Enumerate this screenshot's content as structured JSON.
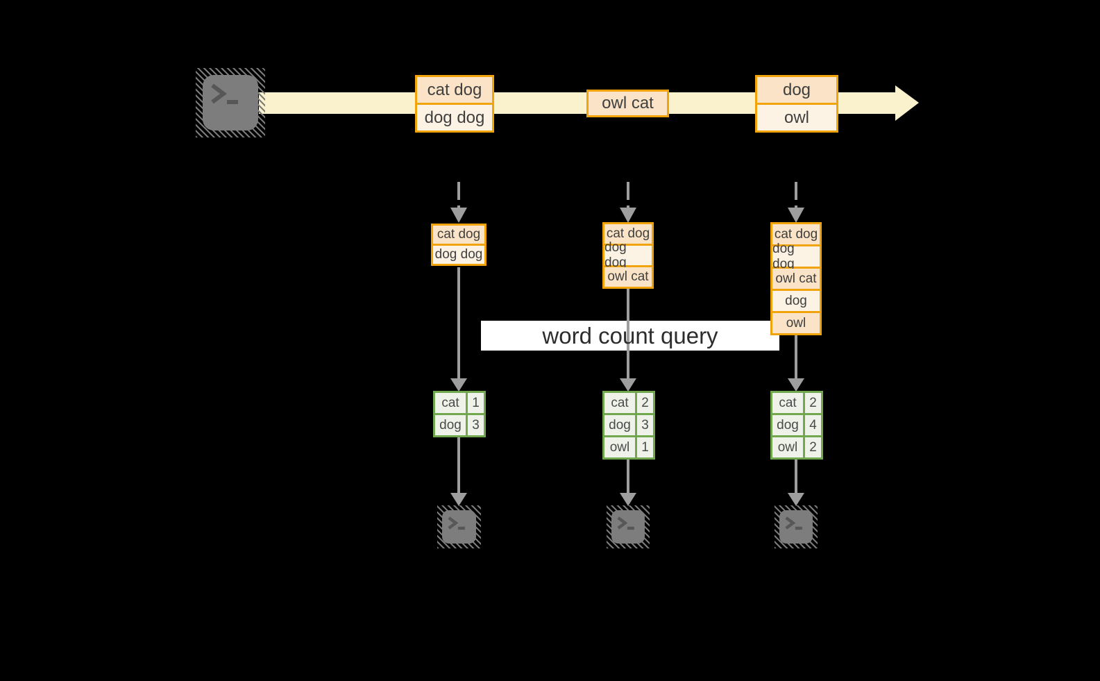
{
  "diagram": {
    "query_label": "word count query",
    "stream": {
      "batches": [
        {
          "items": [
            "cat dog",
            "dog dog"
          ]
        },
        {
          "items": [
            "owl cat"
          ]
        },
        {
          "items": [
            "dog",
            "owl"
          ]
        }
      ]
    },
    "accumulated_inputs": [
      {
        "items": [
          "cat dog",
          "dog dog"
        ]
      },
      {
        "items": [
          "cat dog",
          "dog dog",
          "owl cat"
        ]
      },
      {
        "items": [
          "cat dog",
          "dog dog",
          "owl cat",
          "dog",
          "owl"
        ]
      }
    ],
    "word_counts": [
      {
        "rows": [
          {
            "word": "cat",
            "count": "1"
          },
          {
            "word": "dog",
            "count": "3"
          }
        ]
      },
      {
        "rows": [
          {
            "word": "cat",
            "count": "2"
          },
          {
            "word": "dog",
            "count": "3"
          },
          {
            "word": "owl",
            "count": "1"
          }
        ]
      },
      {
        "rows": [
          {
            "word": "cat",
            "count": "2"
          },
          {
            "word": "dog",
            "count": "4"
          },
          {
            "word": "owl",
            "count": "2"
          }
        ]
      }
    ],
    "icons": {
      "source": "terminal-icon",
      "sinks": [
        "terminal-icon",
        "terminal-icon",
        "terminal-icon"
      ]
    },
    "colors": {
      "background": "#000000",
      "stream_band": "#faf1cd",
      "box_border": "#f0a30a",
      "box_fill_dark": "#fae3c6",
      "box_fill_light": "#fdf3e5",
      "table_border": "#71a84f",
      "table_fill": "#eef2e8",
      "arrow_gray": "#9e9e9e",
      "query_band": "#ffffff"
    }
  }
}
